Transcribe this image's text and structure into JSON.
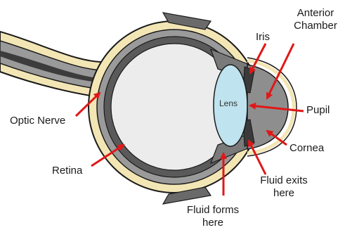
{
  "labels": {
    "anterior_chamber": [
      "Anterior",
      "Chamber"
    ],
    "iris": "Iris",
    "lens": "Lens",
    "pupil": "Pupil",
    "cornea": "Cornea",
    "optic_nerve": "Optic Nerve",
    "retina": "Retina",
    "fluid_exits": [
      "Fluid exits",
      "here"
    ],
    "fluid_forms": [
      "Fluid forms",
      "here"
    ]
  },
  "colors": {
    "outer_coat": "#f3e6b5",
    "middle_layer": "#9a9a9a",
    "inner_layer": "#5a5a5a",
    "vitreous": "#ececec",
    "lens": "#bfe3ef",
    "anterior_chamber": "#8e8e8e",
    "arrow": "#e01818",
    "outline": "#1a1a1a"
  }
}
